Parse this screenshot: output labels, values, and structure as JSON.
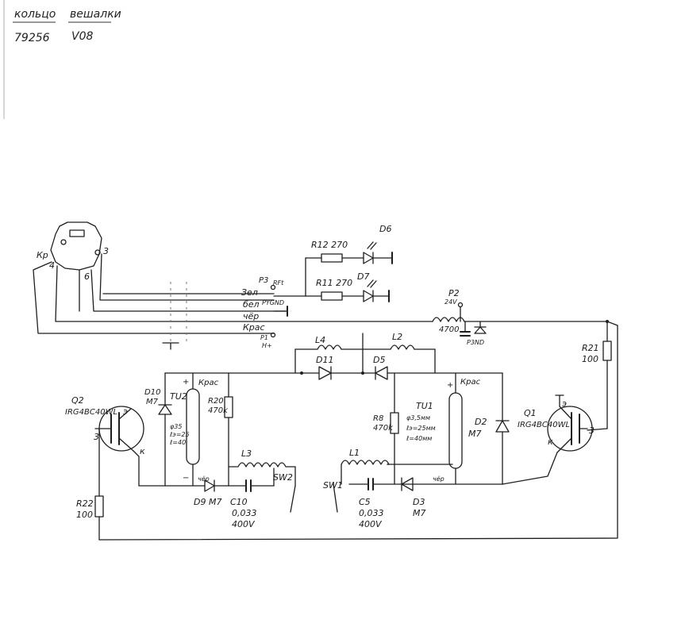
{
  "header": {
    "col1_title": "кольцо",
    "col2_title": "вешалки",
    "col1_value": "79256",
    "col2_value": "V08"
  },
  "connector": {
    "pin_kp": "Кр",
    "pin_4": "4",
    "pin_6": "6",
    "pin_3": "3"
  },
  "wires": {
    "p3": "P3",
    "p3_sub": "RFt",
    "zel": "Зел",
    "bel": "бел",
    "bel_sub": "PYGND",
    "cher": "чёр",
    "kras": "Крас",
    "p1": "P1",
    "p1_sub": "H+"
  },
  "components": {
    "d6": "D6",
    "r12": "R12 270",
    "d7": "D7",
    "r11": "R11 270",
    "p2": "P2",
    "p2_v": "24V",
    "c_4700": "4700",
    "p2_gnd": "P3ND",
    "r21": "R21",
    "r21_v": "100",
    "l4": "L4",
    "l2": "L2",
    "d11": "D11",
    "d5": "D5",
    "d10": "D10",
    "d10_v": "M7",
    "tu2": "TU2",
    "tu2_kras": "Крас",
    "tu2_d": "φ35",
    "tu2_l3": "ℓэ=25",
    "tu2_l": "ℓ=40",
    "r20": "R20",
    "r20_v": "470k",
    "q2": "Q2",
    "q2_part": "IRG4BC40WL",
    "q2_e": "э",
    "q2_k": "к",
    "q2_3": "3",
    "tu2_cher": "чёр",
    "r22": "R22",
    "r22_v": "100",
    "d9": "D9 M7",
    "c10": "C10",
    "c10_v": "0,033",
    "c10_u": "400V",
    "l3": "L3",
    "sw2": "SW2",
    "sw1": "SW1",
    "l1": "L1",
    "c5": "C5",
    "c5_v": "0,033",
    "c5_u": "400V",
    "d3": "D3",
    "d3_v": "M7",
    "r8": "R8",
    "r8_v": "470k",
    "tu1": "TU1",
    "tu1_d": "φ3,5мм",
    "tu1_l3": "ℓэ=25мм",
    "tu1_l": "ℓ=40мм",
    "tu1_kras": "Крас",
    "tu1_cher": "чёр",
    "d2": "D2",
    "d2_v": "M7",
    "q1": "Q1",
    "q1_part": "IRG4BC40WL",
    "q1_e": "э",
    "q1_k": "к",
    "q1_3": "3"
  }
}
